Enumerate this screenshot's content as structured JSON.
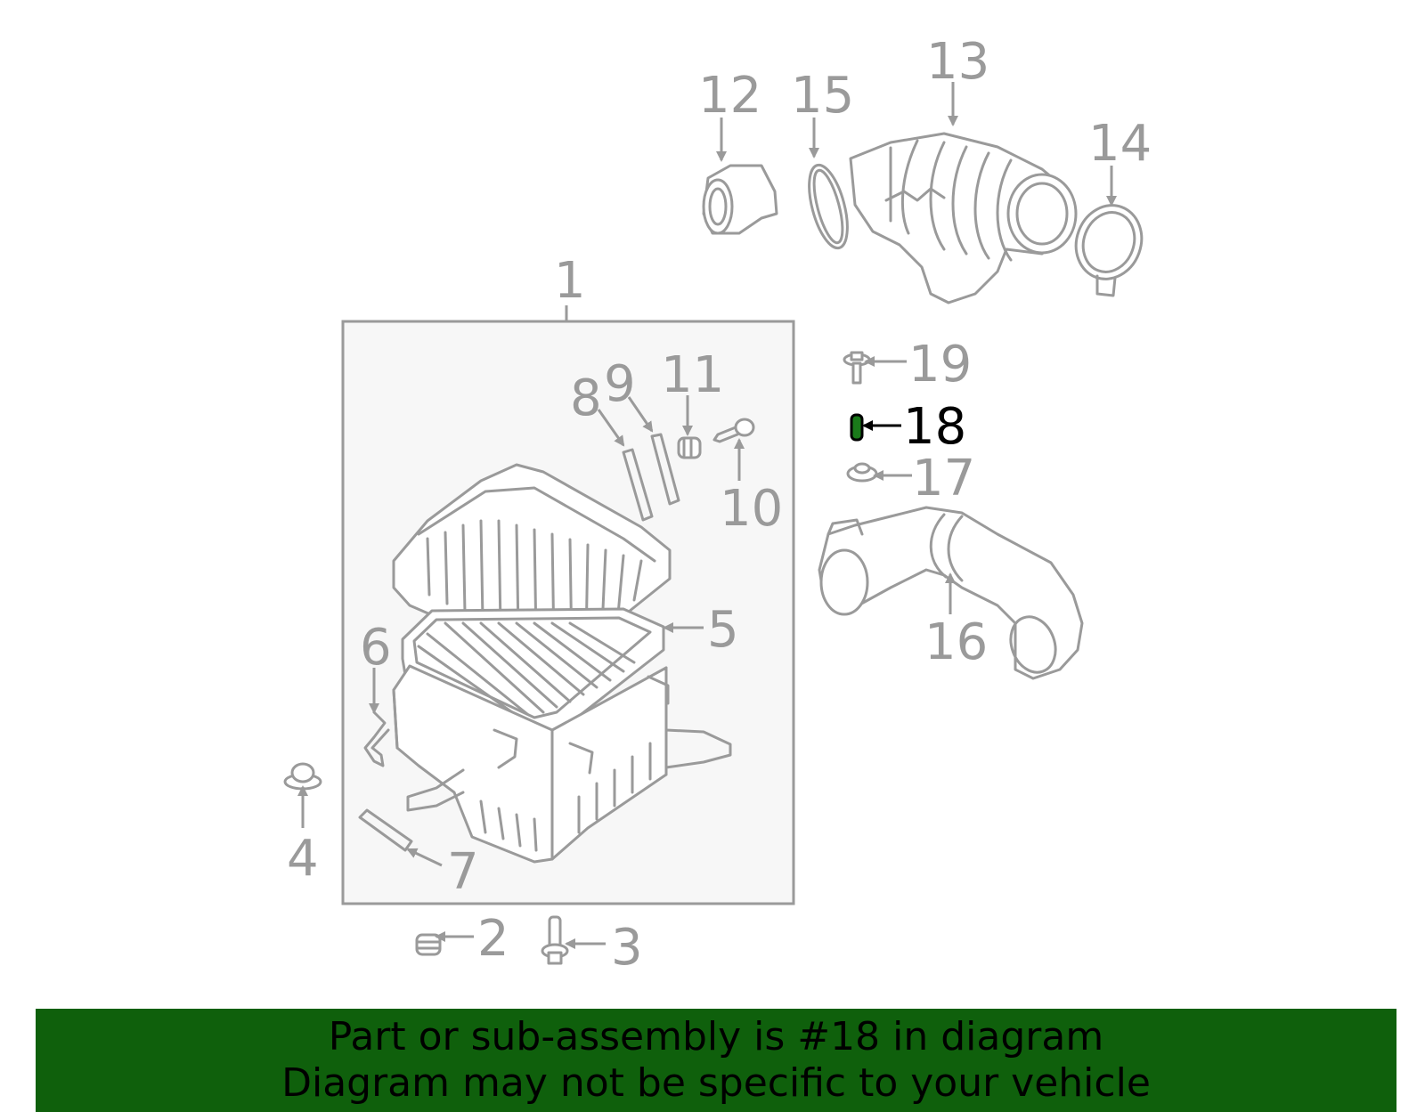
{
  "colors": {
    "part_stroke": "#9a9a9a",
    "highlight_part": "#1a7a1a",
    "banner_bg": "#0f600c",
    "panel_bg": "#f7f7f7"
  },
  "labels": {
    "l1": "1",
    "l2": "2",
    "l3": "3",
    "l4": "4",
    "l5": "5",
    "l6": "6",
    "l7": "7",
    "l8": "8",
    "l9": "9",
    "l10": "10",
    "l11": "11",
    "l12": "12",
    "l13": "13",
    "l14": "14",
    "l15": "15",
    "l16": "16",
    "l17": "17",
    "l18": "18",
    "l19": "19"
  },
  "highlighted_label": "18",
  "banner": {
    "line1": "Part or sub-assembly is #18 in diagram",
    "line2": "Diagram may not be specific to your vehicle"
  }
}
